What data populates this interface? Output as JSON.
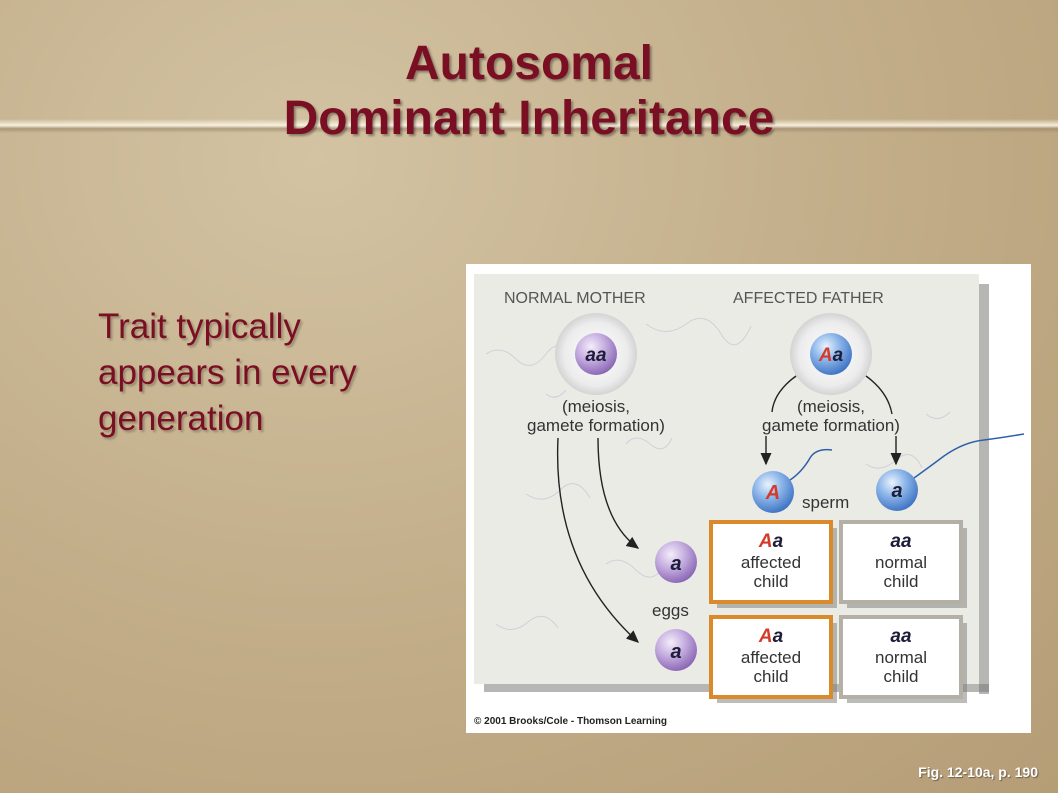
{
  "slide": {
    "title_line1": "Autosomal",
    "title_line2": "Dominant Inheritance",
    "bullet_line1": "Trait typically",
    "bullet_line2": "appears in every",
    "bullet_line3": "generation",
    "fig_caption": "Fig. 12-10a, p. 190"
  },
  "diagram": {
    "mother_label": "NORMAL MOTHER",
    "father_label": "AFFECTED FATHER",
    "mother_genotype": "aa",
    "father_genotype_dominant": "A",
    "father_genotype_recessive": "a",
    "mother_meiosis_1": "(meiosis,",
    "mother_meiosis_2": "gamete formation)",
    "father_meiosis_1": "(meiosis,",
    "father_meiosis_2": "gamete formation)",
    "sperm1_allele": "A",
    "sperm2_allele": "a",
    "sperm_label": "sperm",
    "egg1_allele": "a",
    "egg2_allele": "a",
    "eggs_label": "eggs",
    "child_tl_dom": "A",
    "child_tl_rec": "a",
    "child_tl_l1": "affected",
    "child_tl_l2": "child",
    "child_tr_geno": "aa",
    "child_tr_l1": "normal",
    "child_tr_l2": "child",
    "child_bl_dom": "A",
    "child_bl_rec": "a",
    "child_bl_l1": "affected",
    "child_bl_l2": "child",
    "child_br_geno": "aa",
    "child_br_l1": "normal",
    "child_br_l2": "child",
    "copyright": "© 2001 Brooks/Cole - Thomson Learning"
  },
  "colors": {
    "title": "#7a0f24",
    "dominant_allele": "#d33a2a",
    "affected_border": "#d98a2a",
    "normal_border": "#b5b0a5"
  }
}
